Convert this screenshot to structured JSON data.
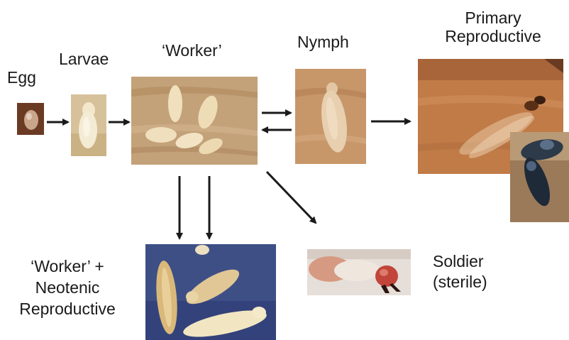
{
  "stages": {
    "egg": "Egg",
    "larvae": "Larvae",
    "worker": "‘Worker’",
    "nymph": "Nymph",
    "primary_line1": "Primary",
    "primary_line2": "Reproductive",
    "worker_neotenic_line1": "‘Worker’ +",
    "worker_neotenic_line2": "Neotenic",
    "worker_neotenic_line3": "Reproductive",
    "soldier_line1": "Soldier",
    "soldier_line2": "(sterile)"
  },
  "colors": {
    "arrow": "#1a1a1a",
    "wood_light": "#c9a97e",
    "wood_dark": "#a06a3c",
    "insect_pale": "#f1e4c4",
    "blue_background": "#3e4f86"
  }
}
